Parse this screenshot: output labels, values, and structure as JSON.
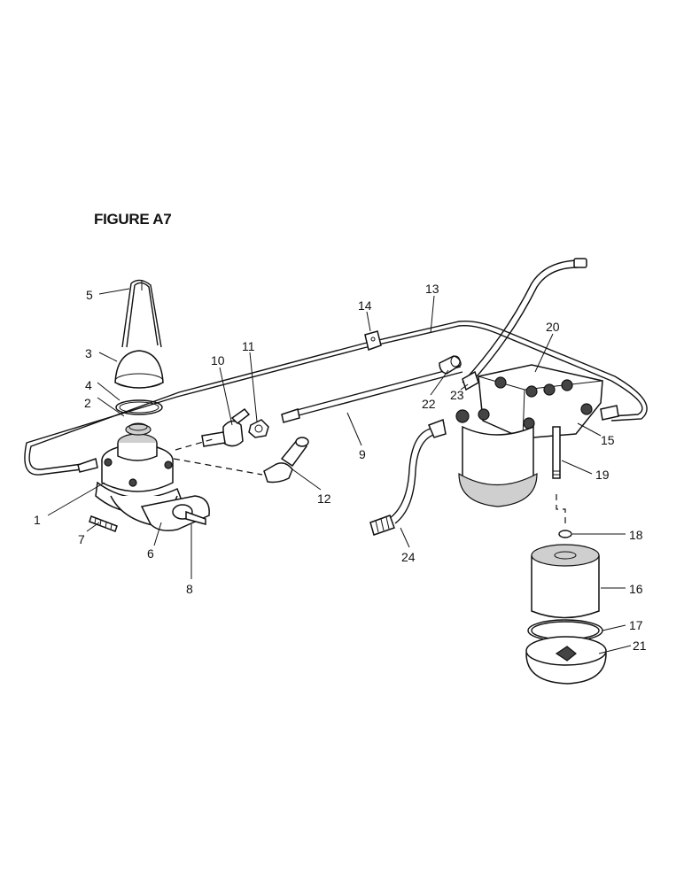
{
  "figure": {
    "title": "FIGURE A7"
  },
  "callouts": [
    {
      "id": "c1",
      "label": "1"
    },
    {
      "id": "c2",
      "label": "2"
    },
    {
      "id": "c3",
      "label": "3"
    },
    {
      "id": "c4",
      "label": "4"
    },
    {
      "id": "c5",
      "label": "5"
    },
    {
      "id": "c6",
      "label": "6"
    },
    {
      "id": "c7",
      "label": "7"
    },
    {
      "id": "c8",
      "label": "8"
    },
    {
      "id": "c9",
      "label": "9"
    },
    {
      "id": "c10",
      "label": "10"
    },
    {
      "id": "c11",
      "label": "11"
    },
    {
      "id": "c12",
      "label": "12"
    },
    {
      "id": "c13",
      "label": "13"
    },
    {
      "id": "c14",
      "label": "14"
    },
    {
      "id": "c15",
      "label": "15"
    },
    {
      "id": "c16",
      "label": "16"
    },
    {
      "id": "c17",
      "label": "17"
    },
    {
      "id": "c18",
      "label": "18"
    },
    {
      "id": "c19",
      "label": "19"
    },
    {
      "id": "c20",
      "label": "20"
    },
    {
      "id": "c21",
      "label": "21"
    },
    {
      "id": "c22",
      "label": "22"
    },
    {
      "id": "c23",
      "label": "23"
    },
    {
      "id": "c24",
      "label": "24"
    }
  ]
}
